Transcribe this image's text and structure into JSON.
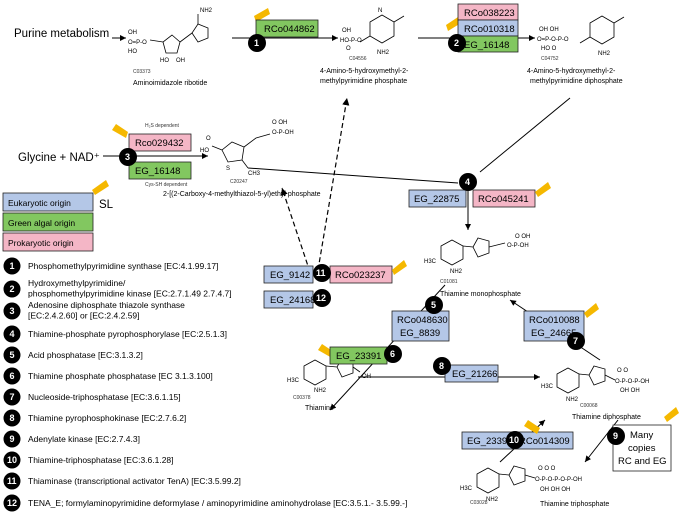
{
  "inputs": {
    "purine": "Purine metabolism",
    "glycine": "Glycine + NAD⁺"
  },
  "compounds": {
    "air": {
      "name": "Aminoimidazole ribotide",
      "code": "C03373"
    },
    "hmpp": {
      "name_line1": "4-Amino-5-hydroxymethyl-2-",
      "name_line2": "methylpyrimidine phosphate",
      "code": "C04556"
    },
    "hmppp": {
      "name_line1": "4-Amino-5-hydroxymethyl-2-",
      "name_line2": "methylpyrimidine diphosphate",
      "code": "C04752"
    },
    "cthzp": {
      "name": "2-[(2-Carboxy-4-methylthiazol-5-yl)ethyl phosphate",
      "code": "C20247"
    },
    "tmp": {
      "name": "Thiamine monophosphate",
      "code": "C01081"
    },
    "thiamine": {
      "name": "Thiamine",
      "code": "C00378"
    },
    "tpp": {
      "name": "Thiamine diphosphate",
      "code": "C00068"
    },
    "ttp": {
      "name": "Thiamine triphosphate",
      "code": "C03028"
    }
  },
  "genes": {
    "g1": "RCo044862",
    "g2a": "RCo038223",
    "g2b": "RCo010318",
    "g2c": "EG_16148",
    "g3a": "Rco029432",
    "g3b": "EG_16148",
    "g3note_top": "H₂S dependent",
    "g3note_bottom": "Cys-SH dependent",
    "g4a": "EG_22875",
    "g4b": "RCo045241",
    "g11a": "EG_9142",
    "g11b": "RCo023237",
    "g12": "EG_24168",
    "g5a": "RCo048630",
    "g5b": "EG_8839",
    "g6": "EG_23391",
    "g7a": "RCo010088",
    "g7b": "EG_24665",
    "g8": "EG_21266",
    "g10a": "EG_23391",
    "g10b": "RCo014309",
    "g9_line1": "Many",
    "g9_line2": "copies",
    "g9_line3": "RC and EG"
  },
  "legend": {
    "eukaryotic": "Eukaryotic origin",
    "green_algal": "Green algal origin",
    "prokaryotic": "Prokaryotic origin",
    "sl": "SL",
    "colors": {
      "eukaryotic": "#b4c7e7",
      "green_algal": "#82c760",
      "prokaryotic": "#f4b6c6",
      "sl_tag": "#f5b800"
    }
  },
  "enzymes": [
    {
      "num": "1",
      "lines": [
        "Phosphomethylpyrimidine synthase [EC:4.1.99.17]"
      ]
    },
    {
      "num": "2",
      "lines": [
        "Hydroxymethylpyrimidine/",
        "phosphomethylpyrimidine kinase [EC:2.7.1.49 2.7.4.7]"
      ]
    },
    {
      "num": "3",
      "lines": [
        "Adenosine diphosphate thiazole synthase",
        "[EC:2.4.2.60] or [EC:2.4.2.59]"
      ]
    },
    {
      "num": "4",
      "lines": [
        "Thiamine-phosphate pyrophosphorylase [EC:2.5.1.3]"
      ]
    },
    {
      "num": "5",
      "lines": [
        "Acid phosphatase [EC:3.1.3.2]"
      ]
    },
    {
      "num": "6",
      "lines": [
        "Thiamine phosphate phosphatase [EC 3.1.3.100]"
      ]
    },
    {
      "num": "7",
      "lines": [
        "Nucleoside-triphosphatase [EC:3.6.1.15]"
      ]
    },
    {
      "num": "8",
      "lines": [
        "Thiamine pyrophosphokinase [EC:2.7.6.2]"
      ]
    },
    {
      "num": "9",
      "lines": [
        "Adenylate kinase [EC:2.7.4.3]"
      ]
    },
    {
      "num": "10",
      "lines": [
        "Thiamine-triphosphatase [EC:3.6.1.28]"
      ]
    },
    {
      "num": "11",
      "lines": [
        "Thiaminase (transcriptional activator TenA) [EC:3.5.99.2]"
      ]
    },
    {
      "num": "12",
      "lines": [
        "TENA_E; formylaminopyrimidine deformylase / aminopyrimidine aminohydrolase [EC:3.5.1.- 3.5.99.-]"
      ]
    }
  ]
}
